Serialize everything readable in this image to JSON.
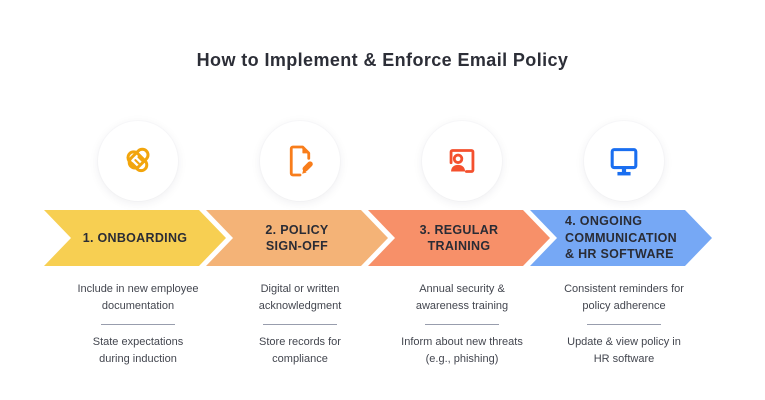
{
  "title": "How to Implement & Enforce Email Policy",
  "palette": {
    "background": "#ffffff",
    "title_text": "#2c2e37",
    "step_label_text": "#2a2c35",
    "note_text": "#43464f",
    "divider": "#989dad"
  },
  "steps": [
    {
      "label": "1. ONBOARDING",
      "icon": "handshake-icon",
      "chevron_color": "#f7cf52",
      "icon_color": "#f2a50c",
      "notes": [
        "Include in new employee\ndocumentation",
        "State expectations\nduring induction"
      ]
    },
    {
      "label": "2. POLICY\nSIGN-OFF",
      "icon": "document-sign-icon",
      "chevron_color": "#f4b377",
      "icon_color": "#f87d1b",
      "notes": [
        "Digital or written\nacknowledgment",
        "Store records for\ncompliance"
      ]
    },
    {
      "label": "3. REGULAR\nTRAINING",
      "icon": "training-presenter-icon",
      "chevron_color": "#f79069",
      "icon_color": "#f4502e",
      "notes": [
        "Annual security &\nawareness training",
        "Inform about new threats\n(e.g., phishing)"
      ]
    },
    {
      "label": "4. ONGOING\nCOMMUNICATION\n& HR SOFTWARE",
      "icon": "monitor-icon",
      "chevron_color": "#76a8f5",
      "icon_color": "#1a6ef0",
      "notes": [
        "Consistent reminders for\npolicy adherence",
        "Update & view policy in\nHR software"
      ]
    }
  ]
}
